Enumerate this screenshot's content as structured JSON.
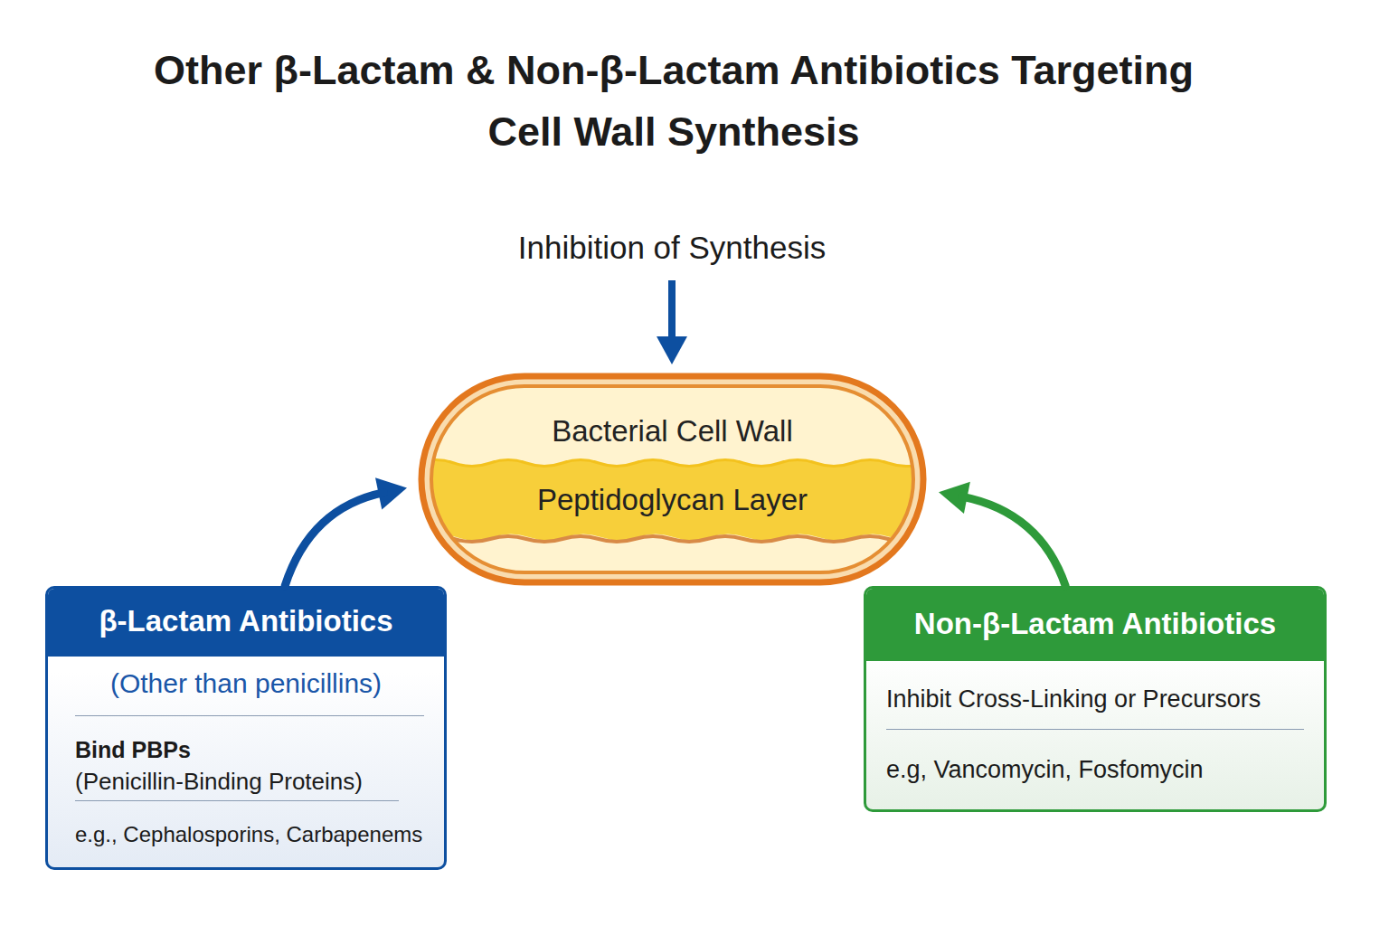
{
  "diagram": {
    "title": "Other β-Lactam & Non-β-Lactam Antibiotics Targeting Cell Wall Synthesis",
    "nodes": [
      {
        "text": [
          "Bacterial Cell Wall",
          "Peptidoglycan Layer"
        ]
      },
      {
        "text": [
          "β-Lactam Antibiotics",
          "(Other than penicillins)",
          "Bind PBPs",
          "(Penicillin-Binding Proteins)",
          "e.g., Cephalosporins, Carbapenems"
        ]
      },
      {
        "text": [
          "Non-β-Lactam Antibiotics",
          "Inhibit Cross-Linking or Precursors",
          "e.g, Vancomycin, Fosfomycin"
        ]
      }
    ],
    "edges": [
      {
        "from": 1,
        "to": 0,
        "arrow": "to"
      },
      {
        "from": 2,
        "to": 0,
        "arrow": "to"
      }
    ],
    "labels": [
      "Inhibition of Synthesis"
    ]
  }
}
